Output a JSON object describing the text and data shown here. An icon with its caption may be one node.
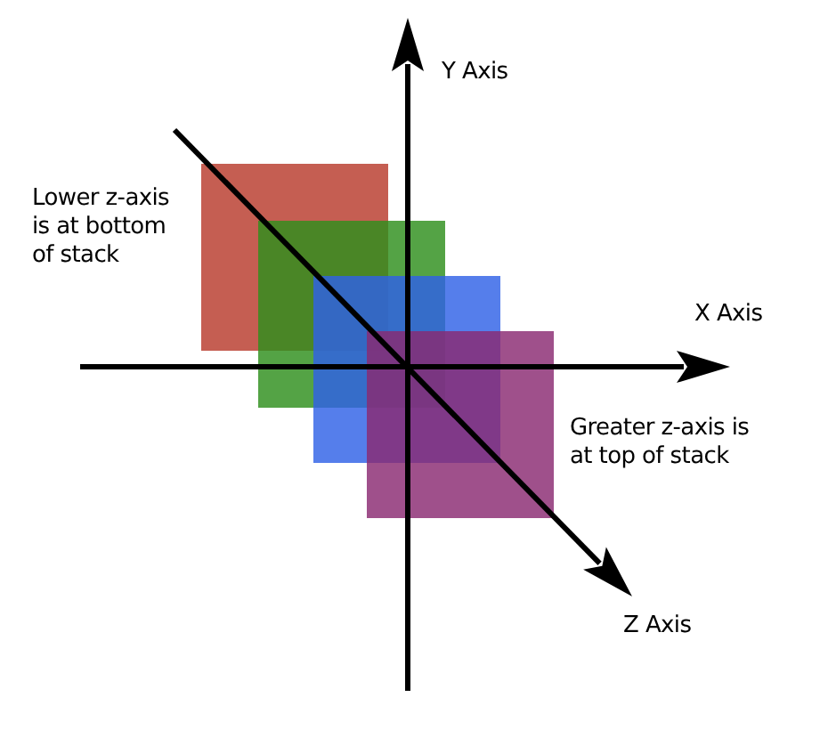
{
  "diagram": {
    "labels": [
      "Y Axis",
      "Lower z-axis is at bottom of stack",
      "X Axis",
      "Greater z-axis is at top of stack",
      "Z Axis"
    ]
  }
}
